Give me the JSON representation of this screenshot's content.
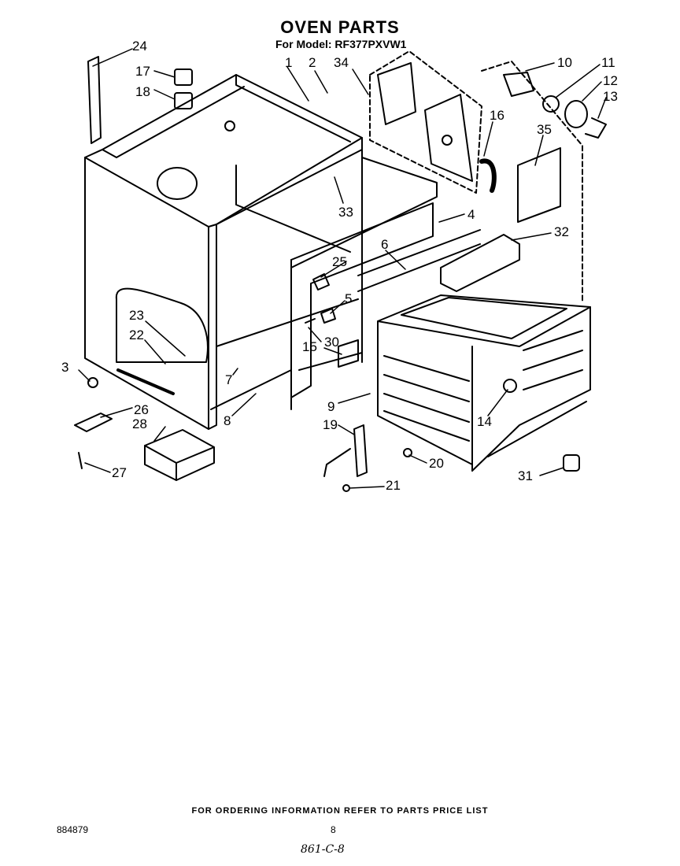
{
  "header": {
    "title": "OVEN PARTS",
    "model_line": "For Model: RF377PXVW1"
  },
  "callouts": [
    "1",
    "2",
    "3",
    "4",
    "5",
    "6",
    "7",
    "8",
    "9",
    "10",
    "11",
    "12",
    "13",
    "14",
    "15",
    "16",
    "17",
    "18",
    "19",
    "20",
    "21",
    "22",
    "23",
    "24",
    "25",
    "26",
    "27",
    "28",
    "30",
    "31",
    "32",
    "33",
    "34",
    "35"
  ],
  "footer": {
    "ordering_note": "FOR ORDERING INFORMATION REFER TO PARTS PRICE LIST",
    "document_number": "884879",
    "page_number": "8",
    "handwritten_note": "861-C-8"
  }
}
